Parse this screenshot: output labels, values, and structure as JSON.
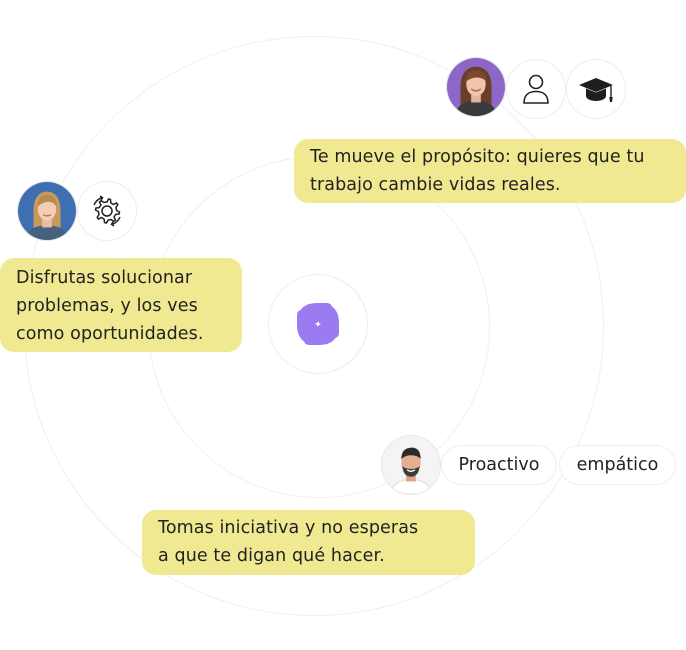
{
  "colors": {
    "bubble": "#f0e991",
    "brand": "#9b7cf0",
    "ring": "#efefef"
  },
  "center": {
    "logo_icon": "brand-logo-icon"
  },
  "profiles": [
    {
      "avatar_icon": "woman-avatar-icon",
      "icons": [
        "user-icon",
        "graduation-cap-icon"
      ],
      "message_lines": [
        "Te mueve el propósito: quieres que tu",
        "trabajo cambie vidas reales."
      ]
    },
    {
      "avatar_icon": "young-woman-avatar-icon",
      "icons": [
        "gear-cycle-icon"
      ],
      "message_lines": [
        "Disfrutas solucionar",
        "problemas, y los ves",
        "como oportunidades."
      ]
    },
    {
      "avatar_icon": "man-avatar-icon",
      "tags": [
        "Proactivo",
        "empático"
      ],
      "message_lines": [
        "Tomas iniciativa y no esperas",
        "a que te digan qué hacer."
      ]
    }
  ]
}
